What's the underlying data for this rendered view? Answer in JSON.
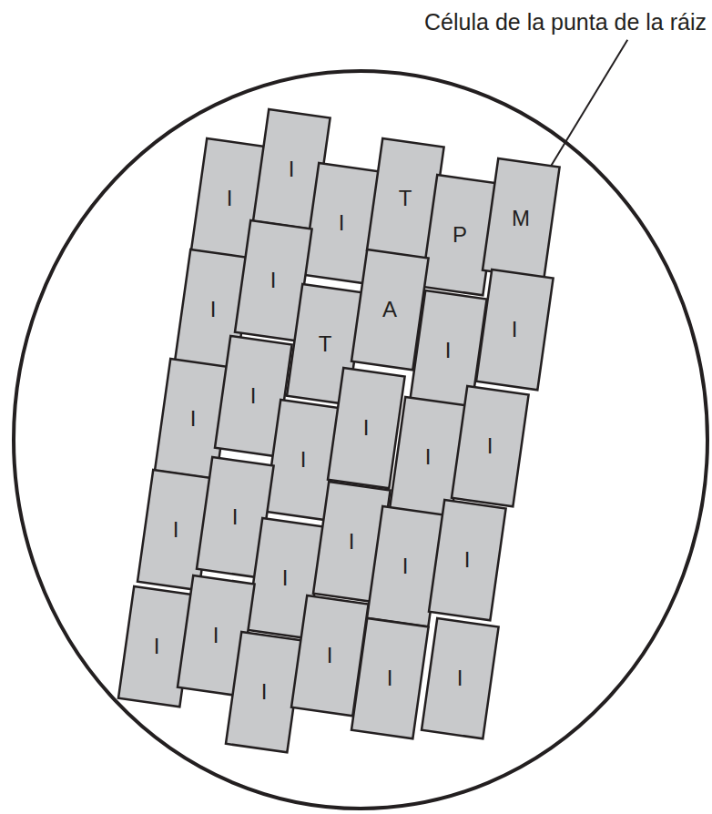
{
  "diagram": {
    "nodes": [
      {
        "text": [
          "I"
        ]
      },
      {
        "text": [
          "I"
        ]
      },
      {
        "text": [
          "I"
        ]
      },
      {
        "text": [
          "T"
        ]
      },
      {
        "text": [
          "P"
        ]
      },
      {
        "text": [
          "M"
        ]
      },
      {
        "text": [
          "I"
        ]
      },
      {
        "text": [
          "I"
        ]
      },
      {
        "text": [
          "T"
        ]
      },
      {
        "text": [
          "A"
        ]
      },
      {
        "text": [
          "I"
        ]
      },
      {
        "text": [
          "I"
        ]
      },
      {
        "text": [
          "I"
        ]
      },
      {
        "text": [
          "I"
        ]
      },
      {
        "text": [
          "I"
        ]
      },
      {
        "text": [
          "I"
        ]
      },
      {
        "text": [
          "I"
        ]
      },
      {
        "text": [
          "I"
        ]
      },
      {
        "text": [
          "I"
        ]
      },
      {
        "text": [
          "I"
        ]
      },
      {
        "text": [
          "I"
        ]
      },
      {
        "text": [
          "I"
        ]
      },
      {
        "text": [
          "I"
        ]
      },
      {
        "text": [
          "I"
        ]
      },
      {
        "text": [
          "I"
        ]
      },
      {
        "text": [
          "I"
        ]
      },
      {
        "text": [
          "I"
        ]
      },
      {
        "text": [
          "I"
        ]
      },
      {
        "text": [
          "I"
        ]
      },
      {
        "text": [
          "I"
        ]
      }
    ],
    "labels": [
      "Célula de la punta de la ráiz"
    ]
  }
}
